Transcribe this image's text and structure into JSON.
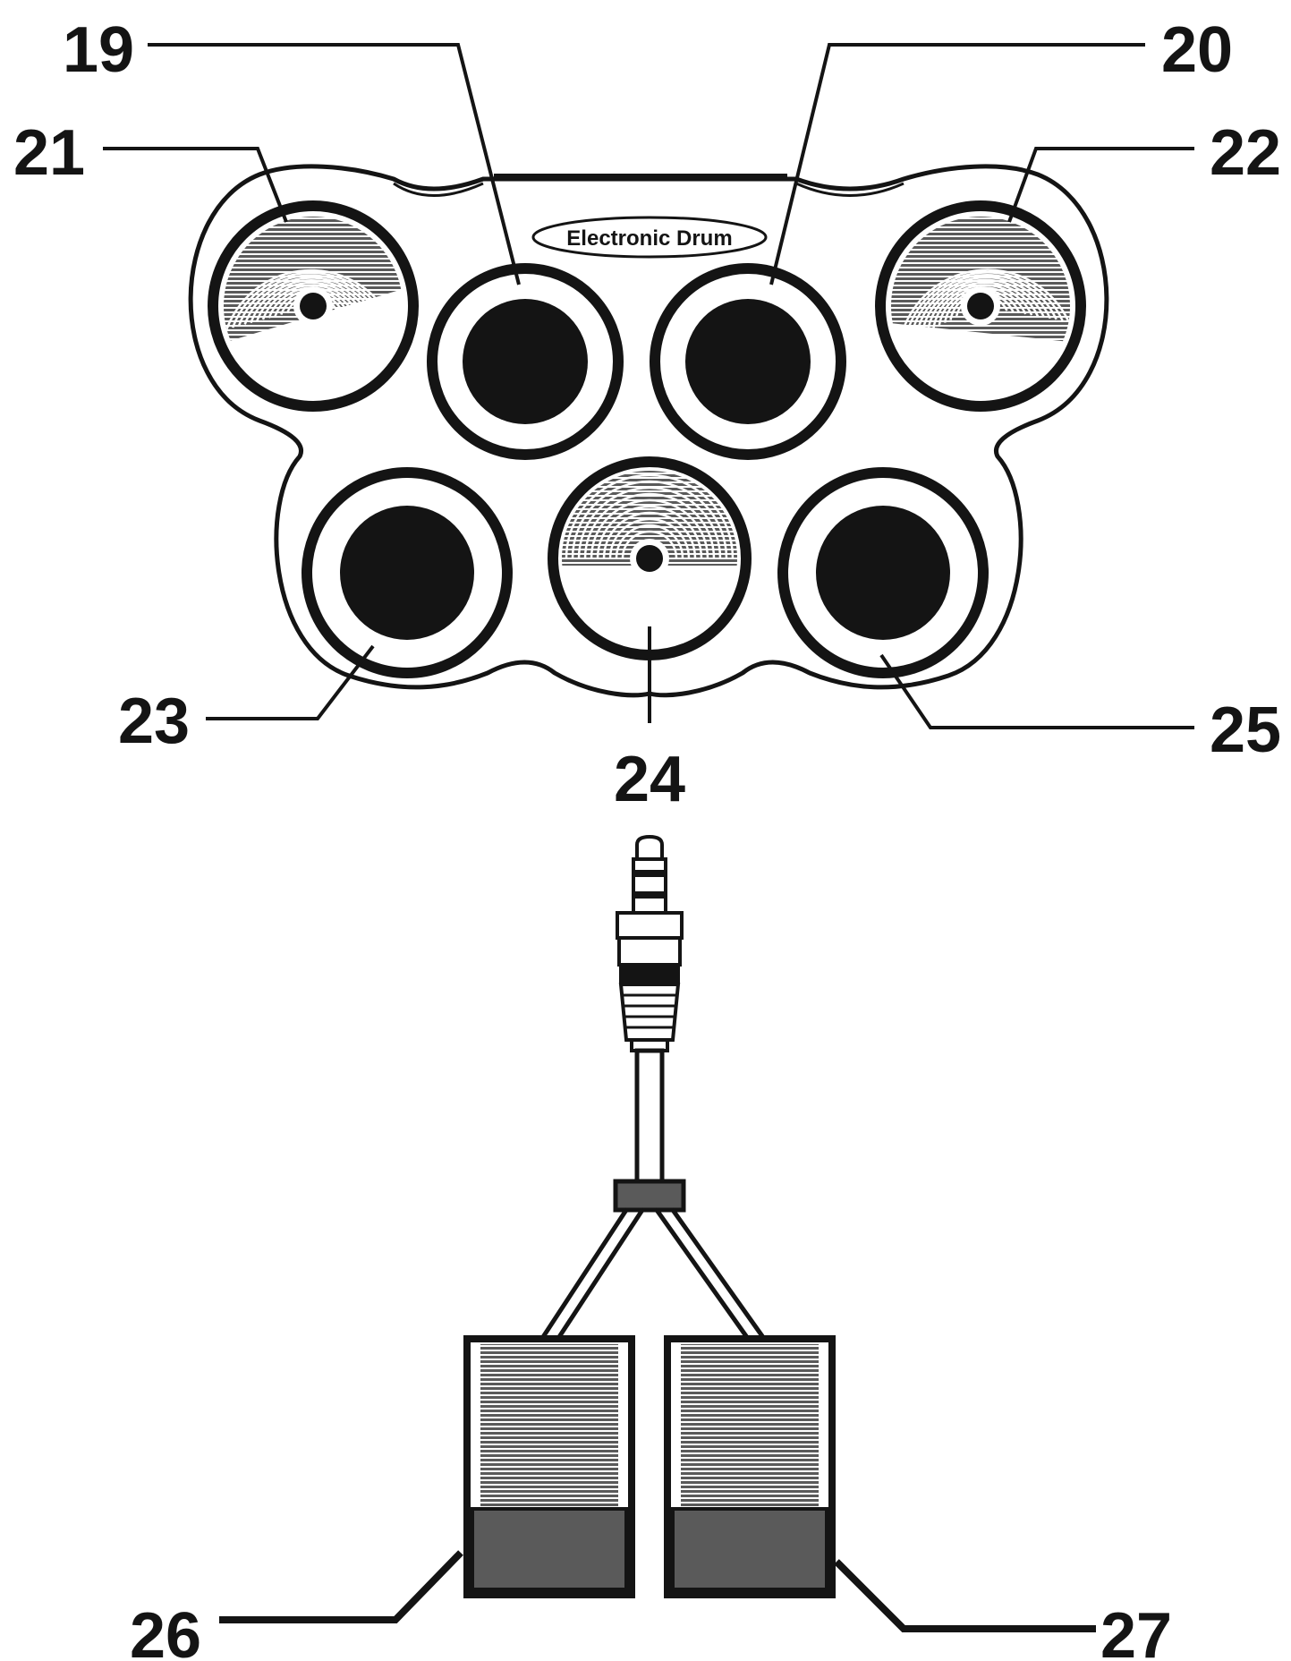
{
  "brand_label": "Electronic Drum",
  "callouts": {
    "c19": "19",
    "c20": "20",
    "c21": "21",
    "c22": "22",
    "c23": "23",
    "c24": "24",
    "c25": "25",
    "c26": "26",
    "c27": "27"
  }
}
